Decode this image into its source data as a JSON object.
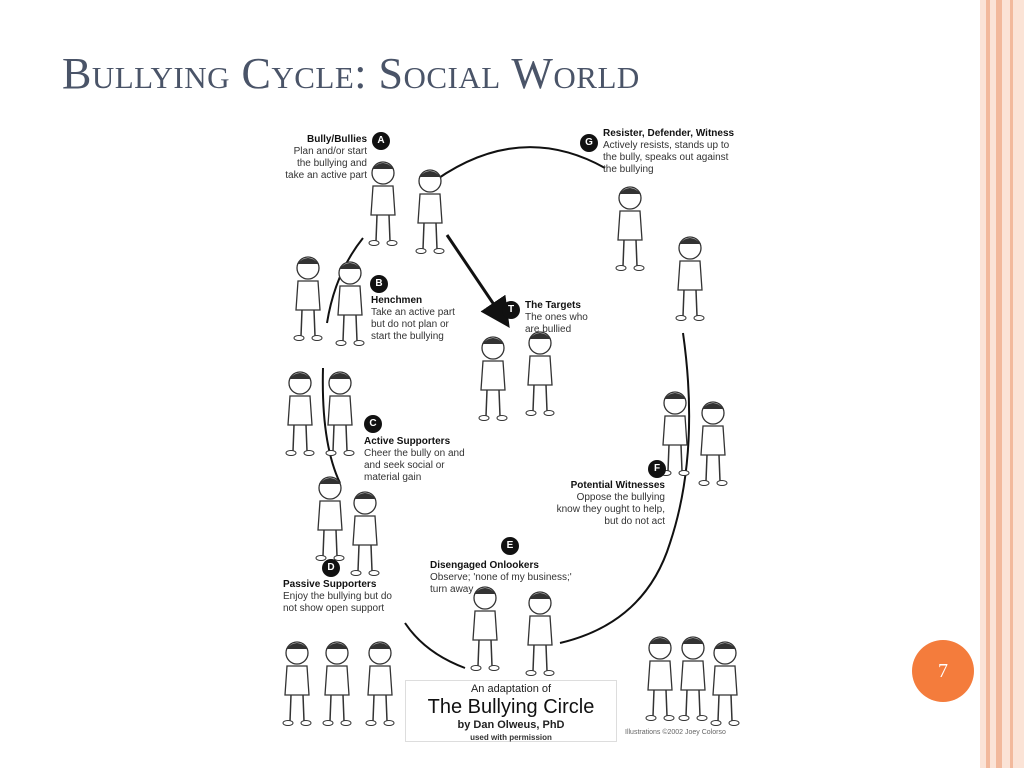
{
  "slide": {
    "title": "Bullying Cycle: Social World",
    "page_number": "7",
    "colors": {
      "accent": "#f47c3c",
      "title": "#4a5468",
      "frame_light": "#fbe3d6",
      "frame_mid": "#f2b99c"
    }
  },
  "diagram": {
    "roles": [
      {
        "badge": "A",
        "title": "Bully/Bullies",
        "lines": [
          "Plan and/or start",
          "the bullying and",
          "take an active part"
        ]
      },
      {
        "badge": "B",
        "title": "Henchmen",
        "lines": [
          "Take an active part",
          "but do not plan or",
          "start the bullying"
        ]
      },
      {
        "badge": "C",
        "title": "Active Supporters",
        "lines": [
          "Cheer the bully on and",
          "and seek social or",
          "material gain"
        ]
      },
      {
        "badge": "D",
        "title": "Passive Supporters",
        "lines": [
          "Enjoy the bullying but do",
          "not show open support"
        ]
      },
      {
        "badge": "E",
        "title": "Disengaged Onlookers",
        "lines": [
          "Observe; 'none of my business;'",
          "turn away"
        ]
      },
      {
        "badge": "F",
        "title": "Potential Witnesses",
        "lines": [
          "Oppose the bullying",
          "know they ought to help,",
          "but do not act"
        ]
      },
      {
        "badge": "G",
        "title": "Resister, Defender, Witness",
        "lines": [
          "Actively resists, stands up to",
          "the bully, speaks out against",
          "the bullying"
        ]
      },
      {
        "badge": "T",
        "title": "The Targets",
        "lines": [
          "The ones who",
          "are bullied"
        ]
      }
    ],
    "caption": {
      "line1": "An adaptation of",
      "line2": "The Bullying Circle",
      "line3": "by Dan Olweus, PhD",
      "line4": "used with permission"
    },
    "credit": "Illustrations ©2002 Joey Colorso"
  }
}
